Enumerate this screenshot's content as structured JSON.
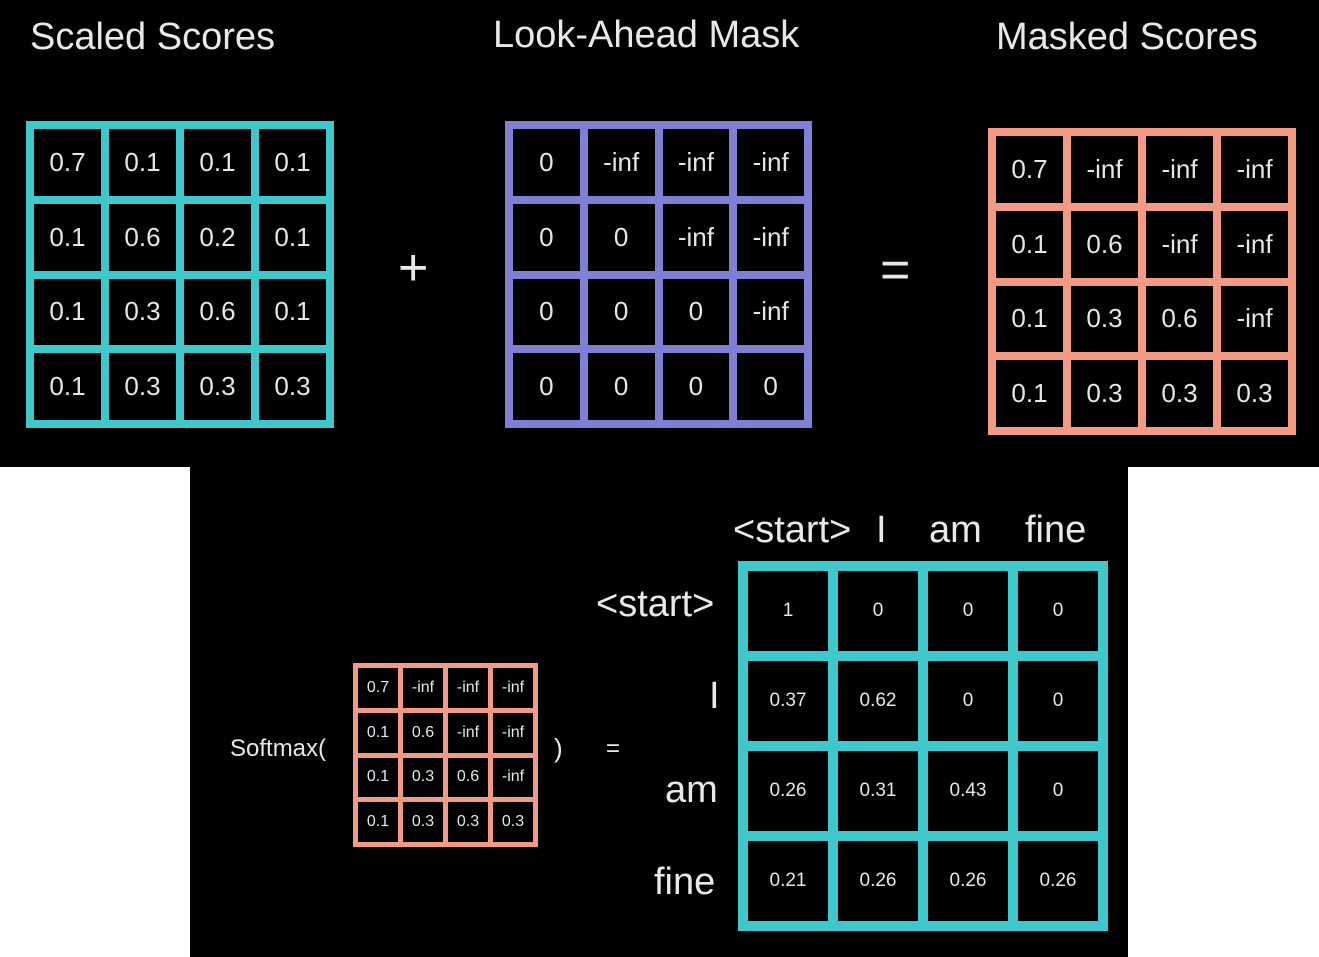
{
  "colors": {
    "scaled": "#3ec8cc",
    "mask": "#7f7fd6",
    "masked": "#f29a84",
    "softmax_out": "#3ec8cc",
    "background": "#000000"
  },
  "top": {
    "scaled_title": "Scaled Scores",
    "mask_title": "Look-Ahead Mask",
    "masked_title": "Masked Scores",
    "plus": "+",
    "equals": "=",
    "scaled": [
      [
        "0.7",
        "0.1",
        "0.1",
        "0.1"
      ],
      [
        "0.1",
        "0.6",
        "0.2",
        "0.1"
      ],
      [
        "0.1",
        "0.3",
        "0.6",
        "0.1"
      ],
      [
        "0.1",
        "0.3",
        "0.3",
        "0.3"
      ]
    ],
    "mask": [
      [
        "0",
        "-inf",
        "-inf",
        "-inf"
      ],
      [
        "0",
        "0",
        "-inf",
        "-inf"
      ],
      [
        "0",
        "0",
        "0",
        "-inf"
      ],
      [
        "0",
        "0",
        "0",
        "0"
      ]
    ],
    "masked": [
      [
        "0.7",
        "-inf",
        "-inf",
        "-inf"
      ],
      [
        "0.1",
        "0.6",
        "-inf",
        "-inf"
      ],
      [
        "0.1",
        "0.3",
        "0.6",
        "-inf"
      ],
      [
        "0.1",
        "0.3",
        "0.3",
        "0.3"
      ]
    ]
  },
  "bottom": {
    "softmax_open": "Softmax(",
    "softmax_close": ")",
    "equals": "=",
    "input": [
      [
        "0.7",
        "-inf",
        "-inf",
        "-inf"
      ],
      [
        "0.1",
        "0.6",
        "-inf",
        "-inf"
      ],
      [
        "0.1",
        "0.3",
        "0.6",
        "-inf"
      ],
      [
        "0.1",
        "0.3",
        "0.3",
        "0.3"
      ]
    ],
    "col_labels": [
      "<start>",
      "I",
      "am",
      "fine"
    ],
    "row_labels": [
      "<start>",
      "I",
      "am",
      "fine"
    ],
    "output": [
      [
        "1",
        "0",
        "0",
        "0"
      ],
      [
        "0.37",
        "0.62",
        "0",
        "0"
      ],
      [
        "0.26",
        "0.31",
        "0.43",
        "0"
      ],
      [
        "0.21",
        "0.26",
        "0.26",
        "0.26"
      ]
    ]
  }
}
